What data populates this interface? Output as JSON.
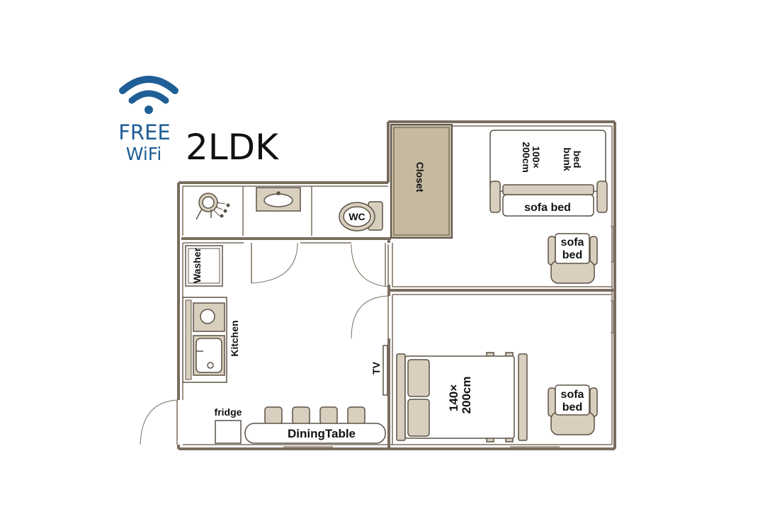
{
  "wifi": {
    "line1": "FREE",
    "line2": "WiFi",
    "color": "#1f5e96"
  },
  "layout_type": "2LDK",
  "labels": {
    "closet": "Closet",
    "wc": "WC",
    "washer": "Washer",
    "kitchen": "Kitchen",
    "fridge": "fridge",
    "dining_table": "DiningTable",
    "tv": "TV",
    "bunk_bed_line1": "bunk",
    "bunk_bed_line2": "bed",
    "bunk_size_line1": "100×",
    "bunk_size_line2": "200cm",
    "sofa_bed": "sofa bed",
    "sofa_bed_top": "sofa",
    "sofa_bed_bottom": "bed",
    "double_bed_size_line1": "140×",
    "double_bed_size_line2": "200cm"
  },
  "colors": {
    "wall": "#7a6d5e",
    "furniture_fill": "#d8cfbe",
    "closet_fill": "#c5b99f",
    "line": "#5c5247"
  }
}
